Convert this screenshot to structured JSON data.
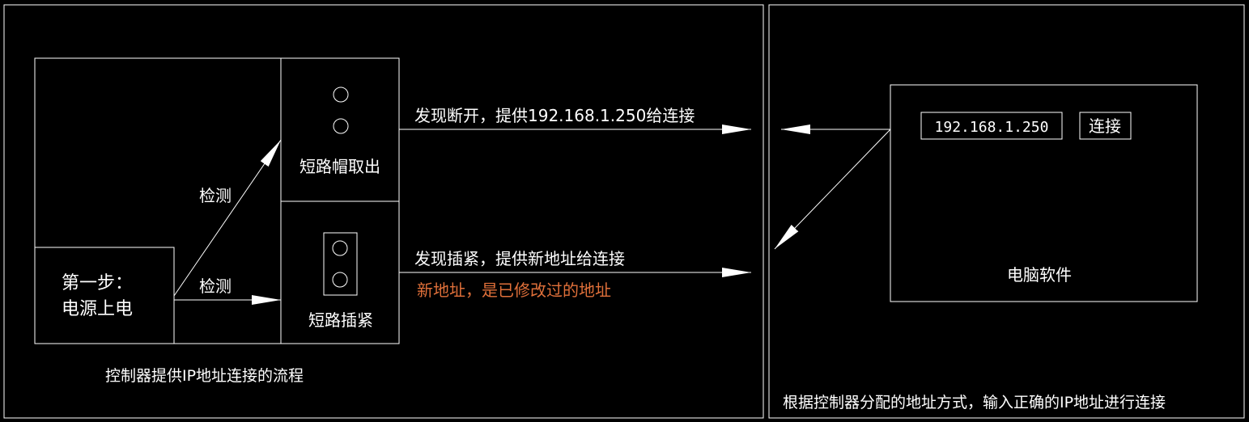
{
  "colors": {
    "background": "#000000",
    "line": "#ffffff",
    "highlight_text": "#e0703a"
  },
  "left_panel": {
    "caption": "控制器提供IP地址连接的流程",
    "step_box": {
      "line1": "第一步：",
      "line2": "电源上电"
    },
    "detect_upper": "检测",
    "detect_lower": "检测",
    "shunt_removed_label": "短路帽取出",
    "shunt_inserted_label": "短路插紧",
    "upper_message": "发现断开，提供192.168.1.250给连接",
    "lower_message": "发现插紧，提供新地址给连接",
    "new_address_note": "新地址，是已修改过的地址"
  },
  "right_panel": {
    "caption": "根据控制器分配的地址方式，输入正确的IP地址进行连接",
    "software_label": "电脑软件",
    "ip_field_value": "192.168.1.250",
    "connect_button_label": "连接"
  }
}
